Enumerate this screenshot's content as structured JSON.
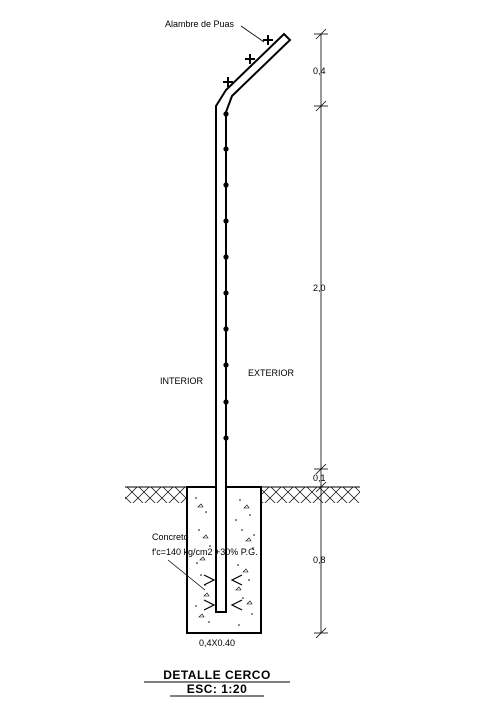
{
  "labels": {
    "barbed_wire": "Alambre de Puas",
    "interior": "INTERIOR",
    "exterior": "EXTERIOR",
    "concrete_title": "Concreto",
    "concrete_spec": "f'c=140 kg/cm2 +30% P.G.",
    "footing_size": "0,4X0.40"
  },
  "dimensions": {
    "top": "0,4",
    "main": "2,0",
    "small": "0,1",
    "footing": "0,8"
  },
  "title": {
    "line1": "DETALLE CERCO",
    "line2": "ESC: 1:20"
  }
}
